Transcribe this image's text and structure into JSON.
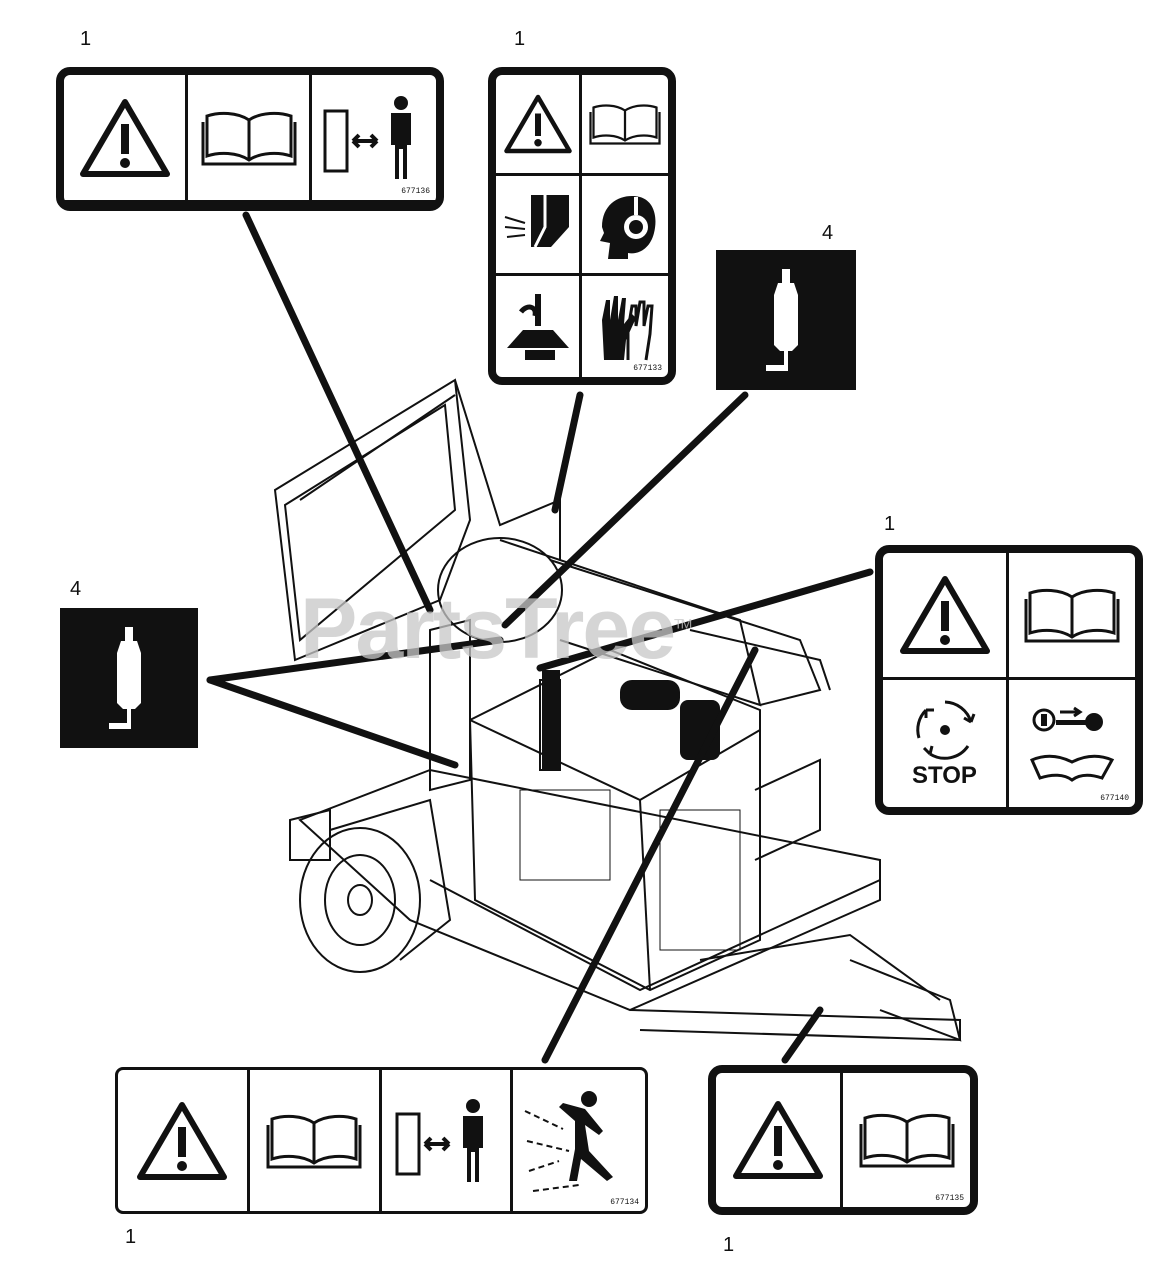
{
  "callouts": {
    "top_left_num": "1",
    "top_center_num": "1",
    "top_right_num": "4",
    "left_num": "4",
    "right_num": "1",
    "bottom_left_num": "1",
    "bottom_right_num": "1"
  },
  "decals": {
    "top_left_code": "677136",
    "top_center_code": "677133",
    "right_code": "677140",
    "bottom_left_code": "677134",
    "bottom_right_code": "677135",
    "stop_label": "STOP"
  },
  "watermark": {
    "brand": "PartsTree",
    "tm": "TM"
  },
  "icons": [
    "warning-triangle-icon",
    "manual-book-icon",
    "keep-distance-icon",
    "eye-protection-icon",
    "hearing-protection-icon",
    "no-hands-icon",
    "gloves-icon",
    "rotating-blade-icon",
    "remove-key-icon",
    "thrown-object-icon",
    "grease-bottle-icon"
  ]
}
